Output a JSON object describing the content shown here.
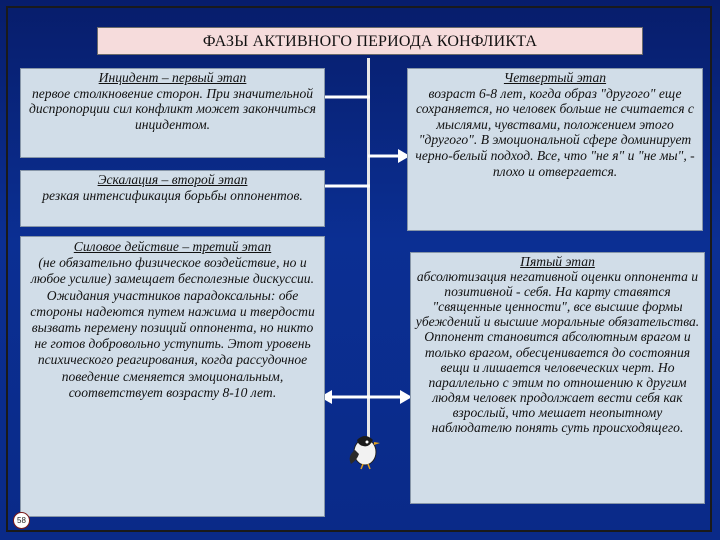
{
  "title": "ФАЗЫ АКТИВНОГО ПЕРИОДА КОНФЛИКТА",
  "stages": {
    "first": {
      "head": "Инцидент – первый этап",
      "text": "первое столкновение сторон. При значительной диспропорции сил конфликт может закончиться инцидентом."
    },
    "second": {
      "head": "Эскалация – второй этап",
      "text": "резкая интенсификация борьбы оппонентов."
    },
    "third": {
      "head": "Силовое действие – третий этап",
      "text": "(не обязательно физическое воздействие, но и любое усилие) замещает бесполезные дискуссии. Ожидания участников парадоксальны: обе стороны надеются путем нажима и твердости вызвать перемену позиций оппонента, но никто не готов добровольно уступить. Этот уровень психического реагирования, когда рассудочное поведение сменяется эмоциональным, соответствует возрасту 8-10 лет."
    },
    "fourth": {
      "head": "Четвертый этап",
      "text": "возраст 6-8 лет, когда образ \"другого\" еще сохраняется, но человек больше не считается с мыслями, чувствами, положением этого \"другого\". В эмоциональной сфере доминирует черно-белый подход. Все, что \"не я\" и \"не мы\", - плохо и отвергается."
    },
    "fifth": {
      "head": "Пятый этап",
      "text": "абсолютизация негативной оценки оппонента и позитивной - себя. На карту ставятся \"священные ценности\", все высшие формы убеждений и высшие моральные обязательства. Оппонент становится абсолютным врагом и только врагом, обесценивается до состояния вещи и лишается человеческих черт. Но параллельно с этим по отношению к другим людям человек продолжает вести себя как взрослый, что мешает неопытному наблюдателю понять суть происходящего."
    }
  },
  "page_number": "58",
  "colors": {
    "background": "#0b2f93",
    "box": "#d1dde8",
    "title_box": "#f6dcdc",
    "connector": "#e8e8e8"
  }
}
